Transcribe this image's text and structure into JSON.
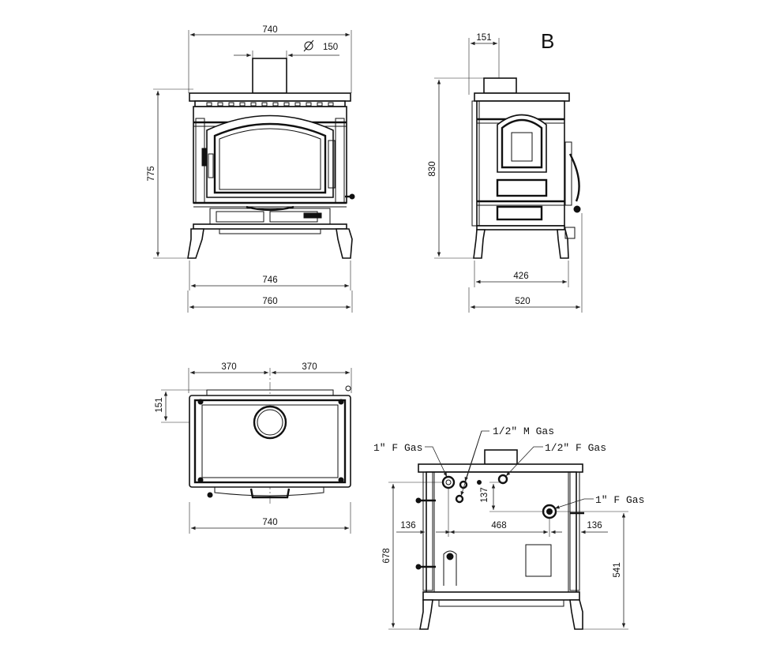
{
  "view_label": "B",
  "front_view": {
    "dim_top_width": "740",
    "dim_flue_diameter": "150",
    "dim_height": "775",
    "dim_body_width": "746",
    "dim_overall_width": "760"
  },
  "side_view": {
    "dim_flue_offset": "151",
    "dim_height": "830",
    "dim_feet_depth": "426",
    "dim_overall_depth": "520"
  },
  "top_view": {
    "dim_left_half": "370",
    "dim_right_half": "370",
    "dim_flue_offset": "151",
    "dim_width": "740"
  },
  "rear_view": {
    "label_1in_gas_left": "1\" F Gas",
    "label_half_in_m_gas": "1/2\" M Gas",
    "label_half_in_f_gas": "1/2\" F Gas",
    "label_1in_gas_right": "1\" F Gas",
    "dim_conn_offset_v": "137",
    "dim_left_offset": "136",
    "dim_conn_spacing": "468",
    "dim_right_offset": "136",
    "dim_left_height": "678",
    "dim_right_height": "541"
  }
}
